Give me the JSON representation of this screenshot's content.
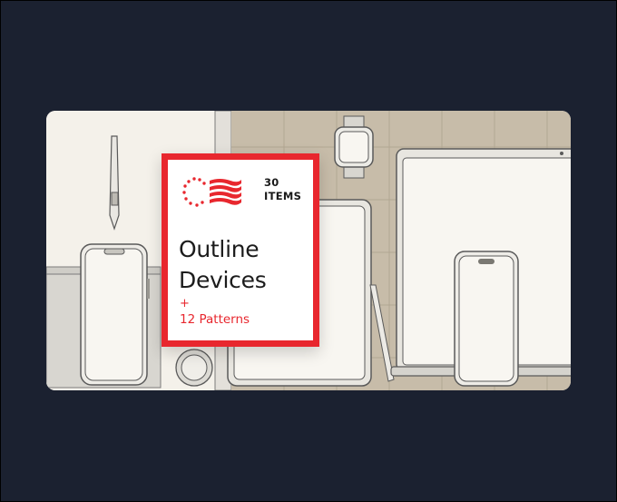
{
  "badge": {
    "count_number": "30",
    "count_label": "ITEMS",
    "title_line1": "Outline",
    "title_line2": "Devices",
    "plus": "+",
    "patterns": "12 Patterns"
  },
  "icons": {
    "logo": "stripes-logo-icon",
    "stylus": "stylus-icon",
    "phone_left": "smartphone-icon",
    "watch": "smartwatch-icon",
    "tablet": "tablet-icon",
    "laptop": "laptop-icon",
    "phone_right": "smartphone-icon"
  },
  "colors": {
    "page_bg": "#1b2130",
    "card_bg": "#f4f1ea",
    "tile_bg": "#c5baa7",
    "accent": "#e8272e",
    "outline": "#5a5a5a"
  }
}
